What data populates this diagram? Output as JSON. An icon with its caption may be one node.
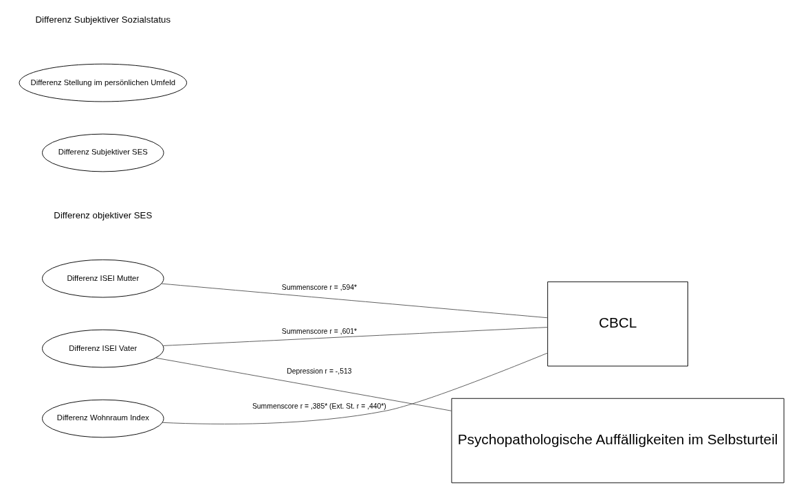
{
  "diagram": {
    "nodes": [
      {
        "text": [
          "Differenz Stellung im persönlichen Umfeld"
        ]
      },
      {
        "text": [
          "Differenz Subjektiver SES"
        ]
      },
      {
        "text": [
          "Differenz ISEI Mutter"
        ]
      },
      {
        "text": [
          "Differenz ISEI Vater"
        ]
      },
      {
        "text": [
          "Differenz Wohnraum Index"
        ]
      },
      {
        "text": [
          "CBCL"
        ]
      },
      {
        "text": [
          "Psychopathologische Auffälligkeiten im Selbsturteil"
        ]
      }
    ],
    "edges": [
      {
        "from": 2,
        "to": 5,
        "arrow": "none",
        "label": "Summenscore r = ,594*"
      },
      {
        "from": 3,
        "to": 5,
        "arrow": "none",
        "label": "Summenscore r = ,601*"
      },
      {
        "from": 4,
        "to": 5,
        "arrow": "none",
        "label": "Summenscore r = ,385* (Ext. St. r = ,440*)"
      },
      {
        "from": 3,
        "to": 6,
        "arrow": "none",
        "label": "Depression r = -,513"
      }
    ],
    "labels": [
      "Differenz Subjektiver Sozialstatus",
      "Differenz objektiver SES"
    ]
  }
}
